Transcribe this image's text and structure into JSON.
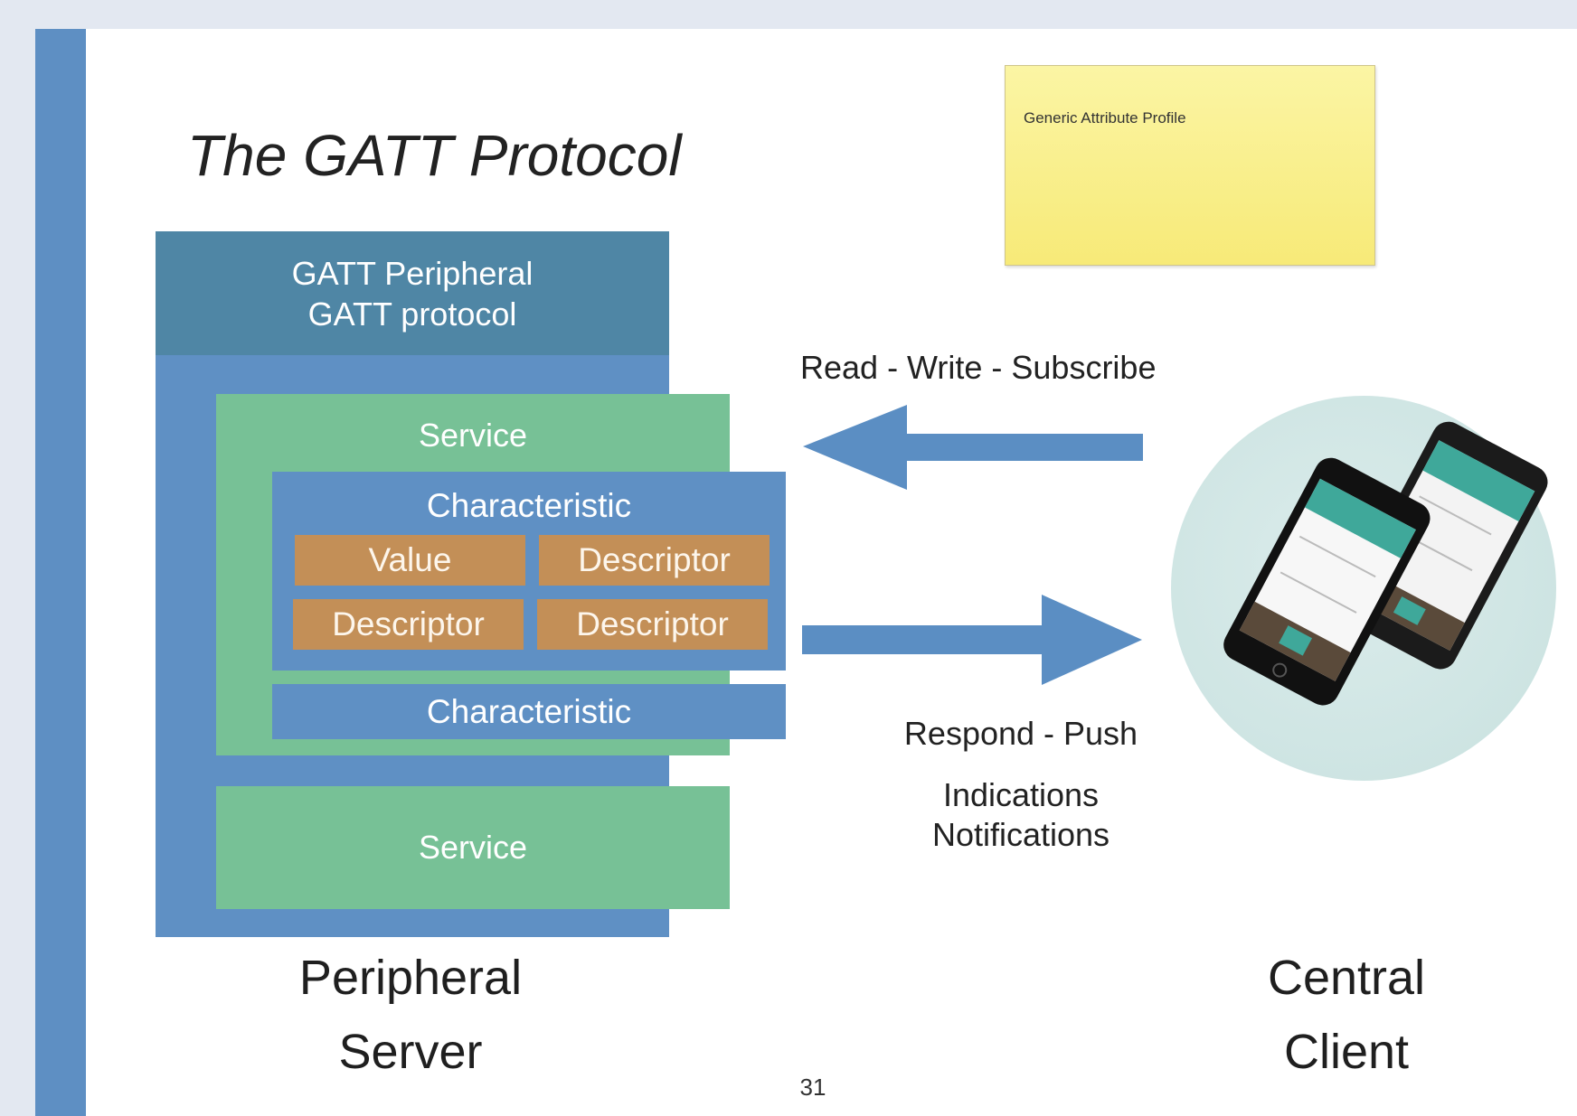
{
  "slide": {
    "title": "The GATT Protocol",
    "sticky_note": "Generic Attribute Profile",
    "page_number": "31"
  },
  "peripheral": {
    "header_line1": "GATT Peripheral",
    "header_line2": "GATT protocol",
    "service_1_label": "Service",
    "characteristic_1_label": "Characteristic",
    "value_label": "Value",
    "descriptor_labels": [
      "Descriptor",
      "Descriptor",
      "Descriptor"
    ],
    "characteristic_2_label": "Characteristic",
    "service_2_label": "Service",
    "caption_line1": "Peripheral",
    "caption_line2": "Server"
  },
  "arrows": {
    "request_label": "Read - Write - Subscribe",
    "response_label": "Respond - Push",
    "indications_label": "Indications",
    "notifications_label": "Notifications"
  },
  "central": {
    "caption_line1": "Central",
    "caption_line2": "Client"
  },
  "colors": {
    "background": "#e3e8f1",
    "accent_bar": "#5e8fc3",
    "peripheral_blue": "#5f90c4",
    "header_teal": "#4f86a5",
    "service_green": "#77c196",
    "attribute_orange": "#c38f57",
    "sticky_yellow": "#f9ef8e",
    "arrow_blue": "#5b8ec3"
  }
}
